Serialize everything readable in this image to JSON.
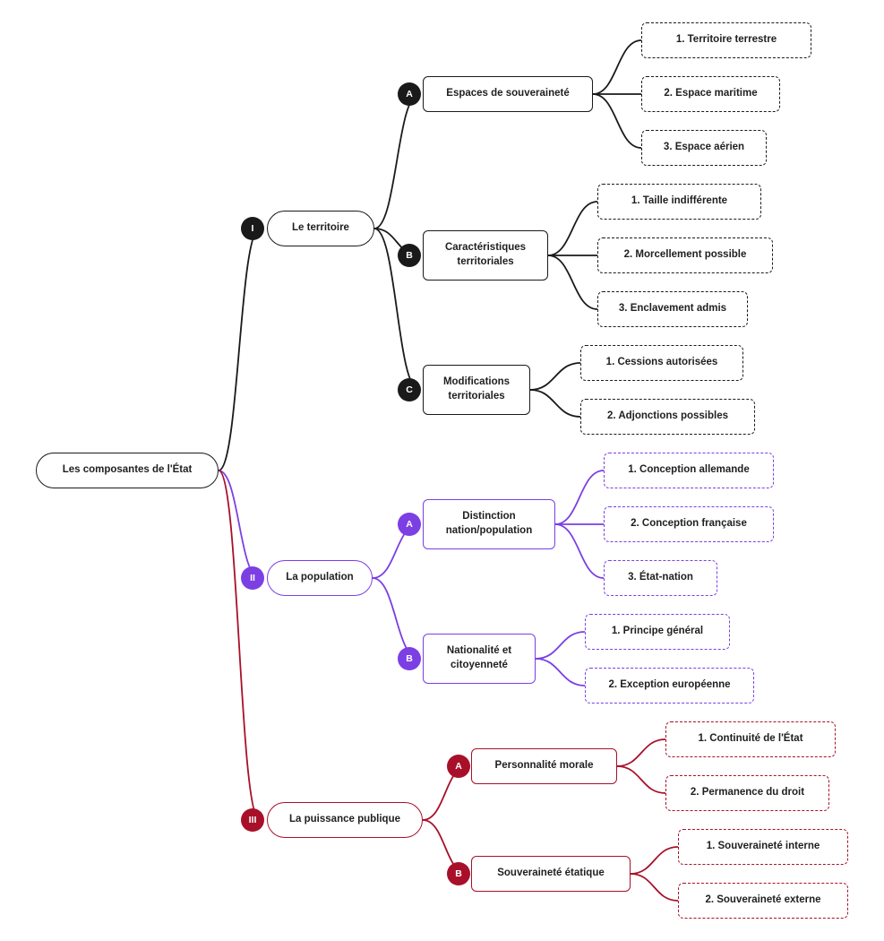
{
  "colors": {
    "black": "#1a1a1a",
    "purple": "#7b3fe4",
    "red": "#a8102a"
  },
  "root": {
    "label": "Les composantes de l'État"
  },
  "parts": [
    {
      "numeral": "I",
      "label": "Le territoire",
      "color": "black",
      "sections": [
        {
          "letter": "A",
          "label": "Espaces de souveraineté",
          "items": [
            "1. Territoire terrestre",
            "2. Espace maritime",
            "3. Espace aérien"
          ]
        },
        {
          "letter": "B",
          "label": "Caractéristiques territoriales",
          "items": [
            "1. Taille indifférente",
            "2. Morcellement possible",
            "3. Enclavement admis"
          ]
        },
        {
          "letter": "C",
          "label": "Modifications territoriales",
          "items": [
            "1. Cessions autorisées",
            "2. Adjonctions possibles"
          ]
        }
      ]
    },
    {
      "numeral": "II",
      "label": "La population",
      "color": "purple",
      "sections": [
        {
          "letter": "A",
          "label": "Distinction nation/population",
          "items": [
            "1. Conception allemande",
            "2. Conception française",
            "3. État-nation"
          ]
        },
        {
          "letter": "B",
          "label": "Nationalité et citoyenneté",
          "items": [
            "1. Principe général",
            "2. Exception européenne"
          ]
        }
      ]
    },
    {
      "numeral": "III",
      "label": "La puissance publique",
      "color": "red",
      "sections": [
        {
          "letter": "A",
          "label": "Personnalité morale",
          "items": [
            "1. Continuité de l'État",
            "2. Permanence du droit"
          ]
        },
        {
          "letter": "B",
          "label": "Souveraineté étatique",
          "items": [
            "1. Souveraineté interne",
            "2. Souveraineté externe"
          ]
        }
      ]
    }
  ]
}
